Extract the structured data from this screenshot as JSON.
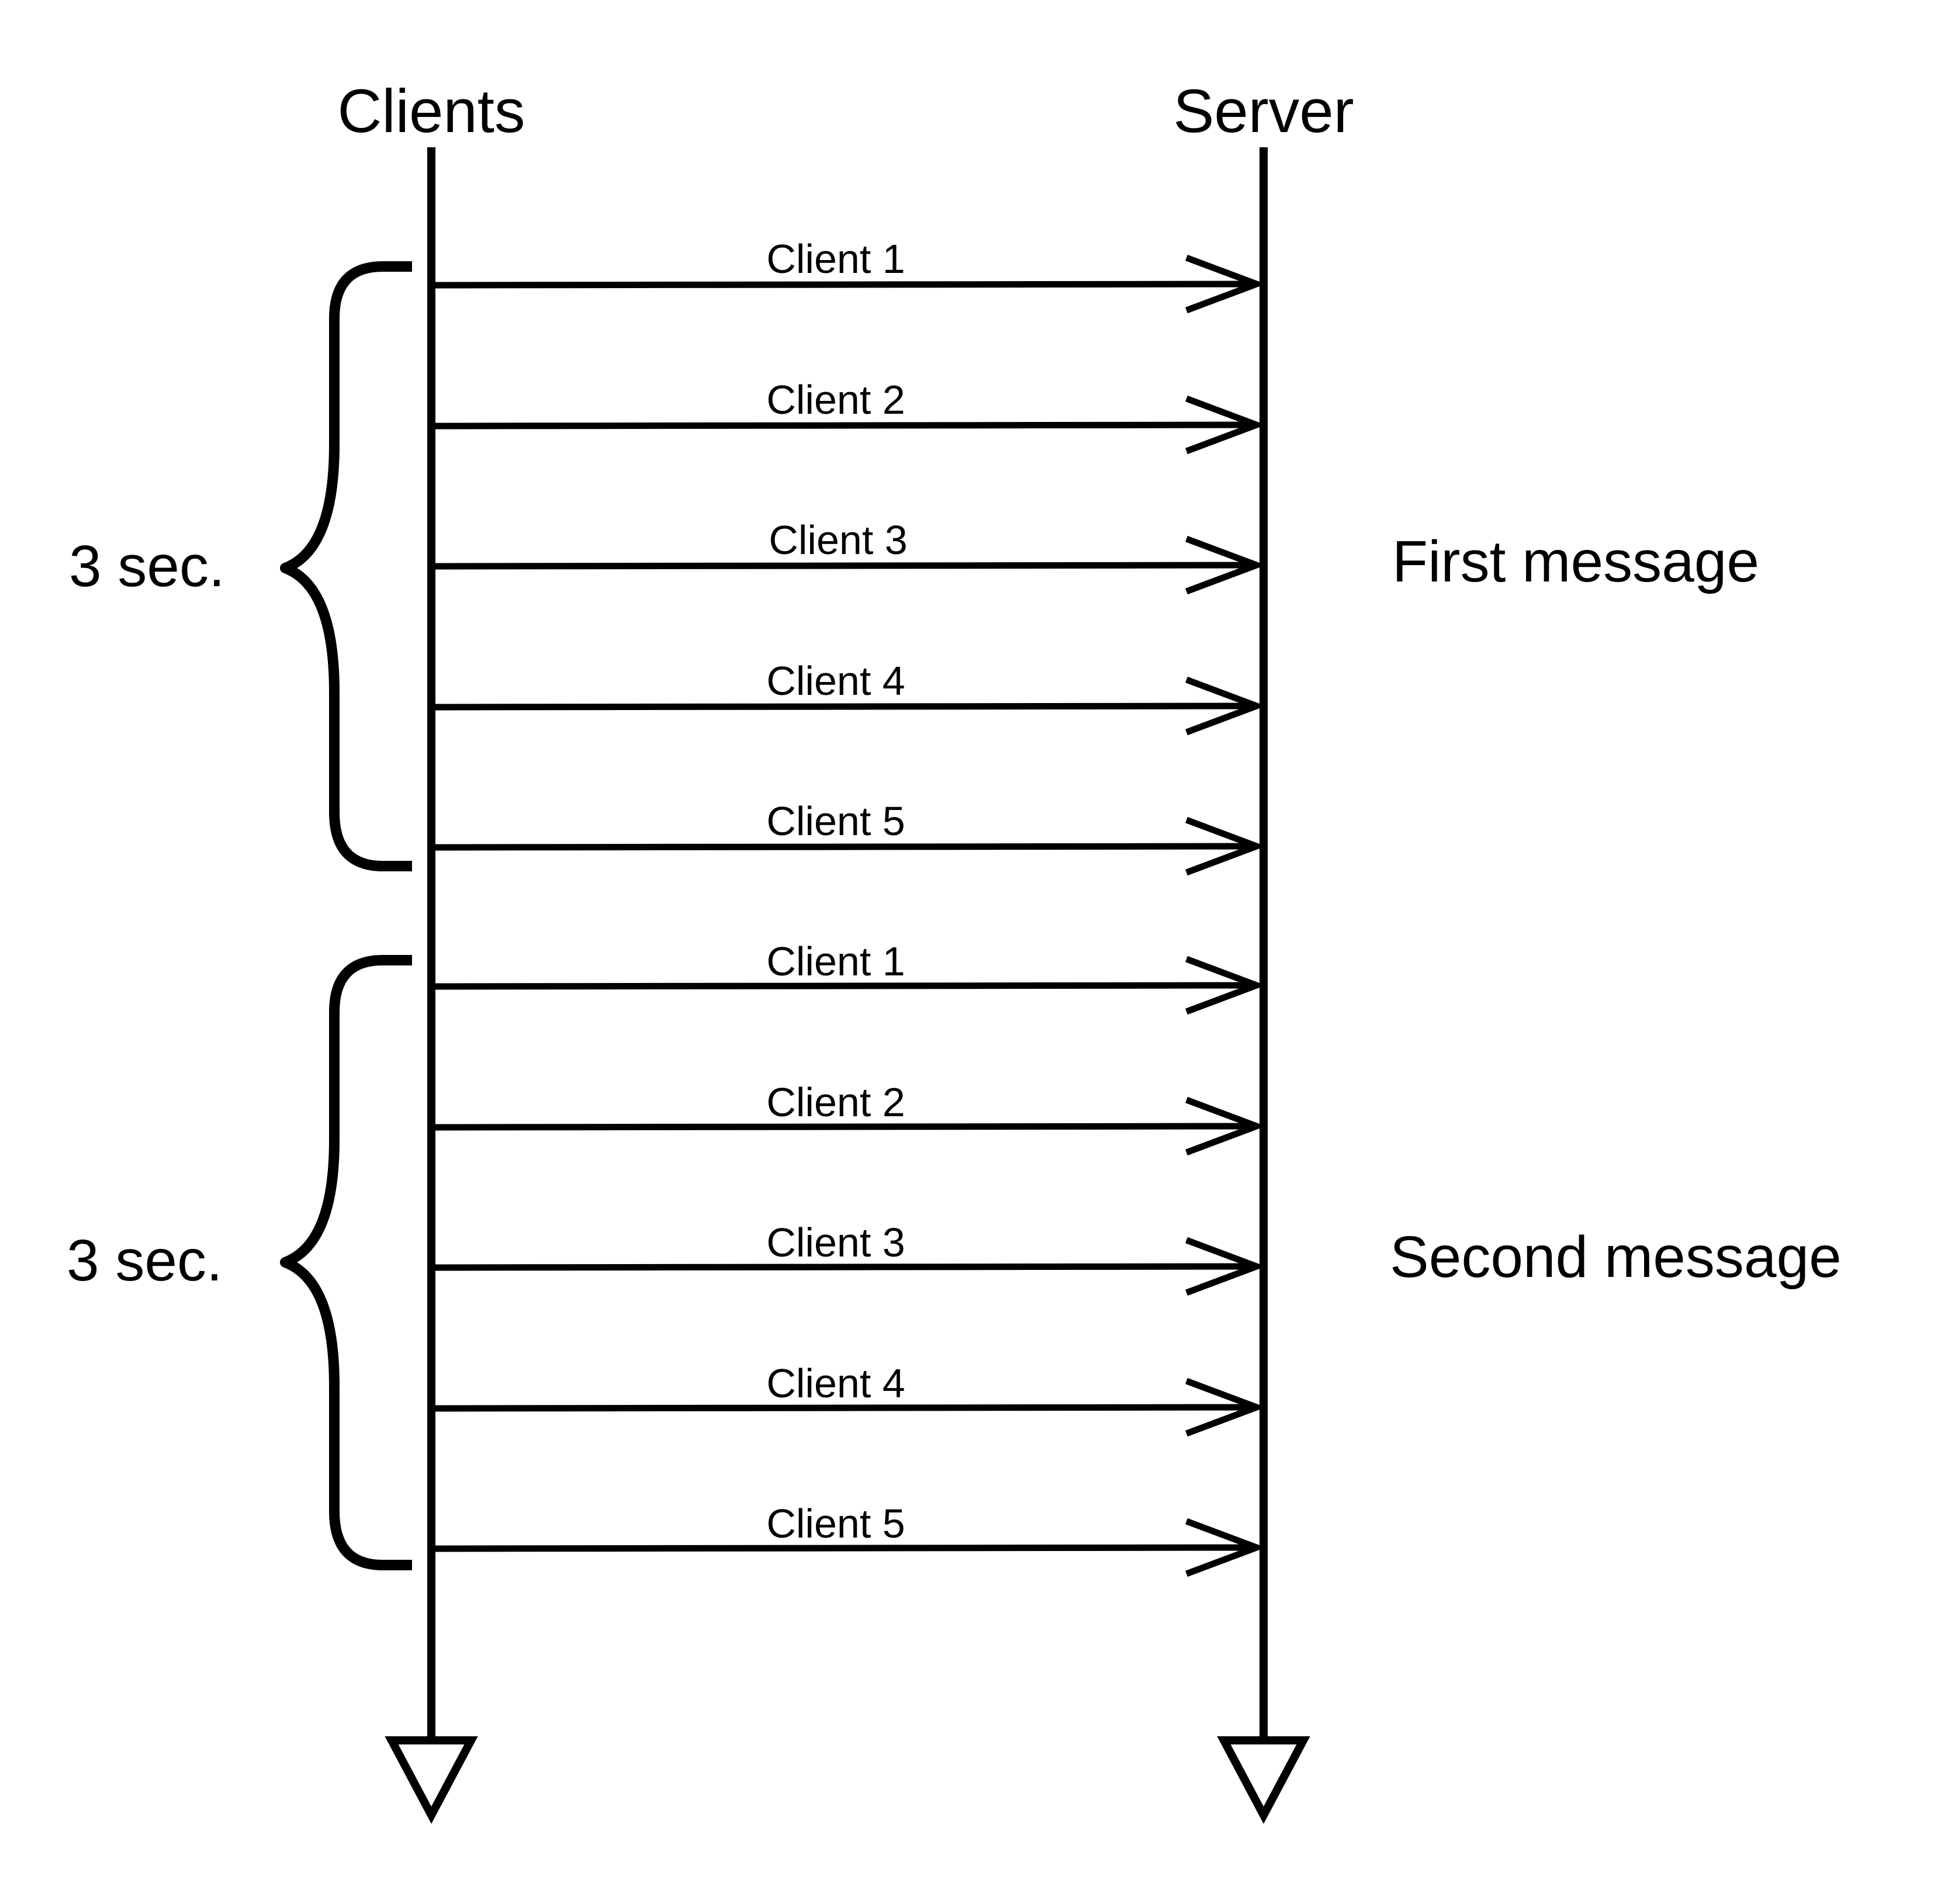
{
  "lifelines": {
    "left": "Clients",
    "right": "Server"
  },
  "groups": [
    {
      "duration": "3 sec.",
      "note": "First message",
      "arrows": [
        "Client 1",
        "Client 2",
        "Client 3",
        "Client 4",
        "Client 5"
      ]
    },
    {
      "duration": "3 sec.",
      "note": "Second message",
      "arrows": [
        "Client 1",
        "Client 2",
        "Client 3",
        "Client 4",
        "Client 5"
      ]
    }
  ]
}
